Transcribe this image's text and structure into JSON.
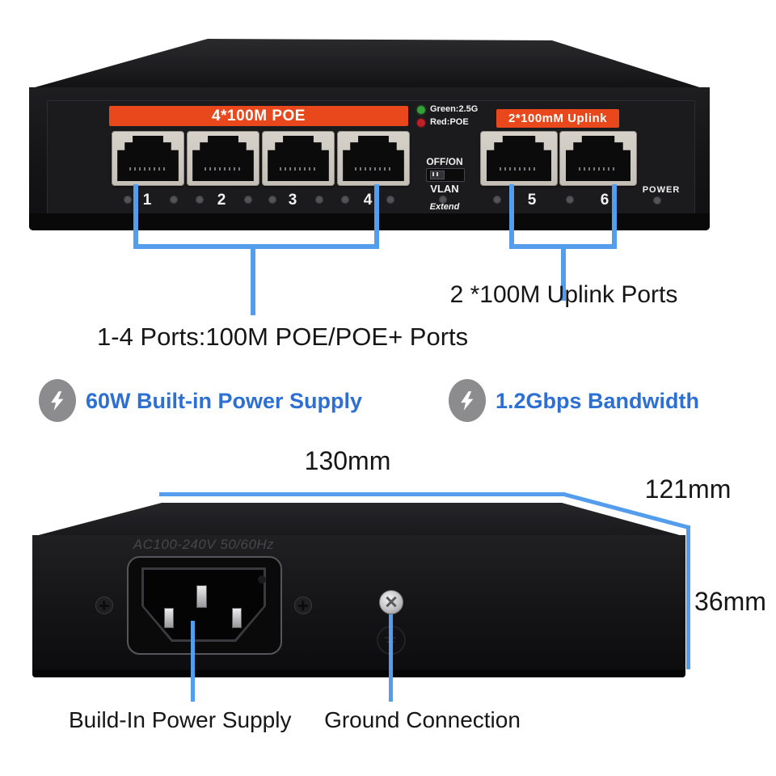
{
  "title": "PoE network switch annotated product diagram",
  "front_view": {
    "poe_group_label": "4*100M POE",
    "uplink_group_label": "2*100mM Uplink",
    "led_legend": {
      "green": "Green:2.5G",
      "red": "Red:POE"
    },
    "vlan_switch": {
      "label_top": "OFF/ON",
      "label_middle": "VLAN",
      "label_bottom": "Extend"
    },
    "power_led_label": "POWER",
    "poe_port_numbers": [
      "1",
      "2",
      "3",
      "4"
    ],
    "uplink_port_numbers": [
      "5",
      "6"
    ],
    "poe_caption": "1-4 Ports:100M POE/POE+ Ports",
    "uplink_caption": "2 *100M Uplink Ports"
  },
  "features": {
    "icon": "lightning-icon",
    "power_supply": "60W Built-in Power Supply",
    "bandwidth": "1.2Gbps Bandwidth"
  },
  "rear_view": {
    "ac_rating": "AC100-240V 50/60Hz",
    "width_label": "130mm",
    "depth_label": "121mm",
    "height_label": "36mm",
    "power_caption": "Build-In Power Supply",
    "ground_caption": "Ground Connection"
  },
  "colors": {
    "annotation_blue": "#549ded",
    "feature_text_blue": "#2d6fd3",
    "label_orange": "#e8481c",
    "led_green": "#33a135",
    "led_red": "#c11f27"
  }
}
